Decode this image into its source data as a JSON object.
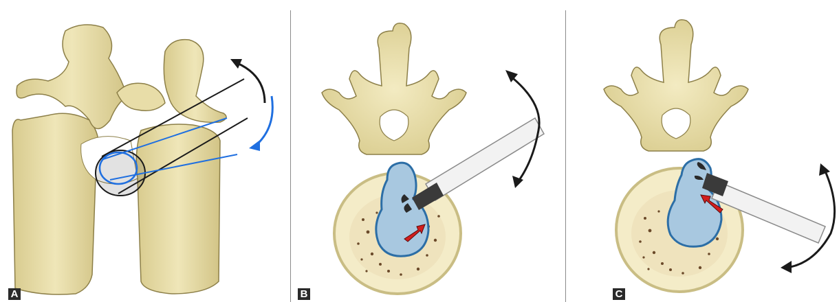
{
  "panels": [
    {
      "label": "A"
    },
    {
      "label": "B"
    },
    {
      "label": "C"
    }
  ],
  "colors": {
    "bone": "#ece3b2",
    "bone_shadow": "#c9bd84",
    "bone_outline": "#8c7f48",
    "disc_nucleus": "#a8c8e0",
    "disc_outline": "#2c6ea6",
    "annulus": "#f4ecc8",
    "endplate_speckle": "#6b4a2a",
    "arrow_red": "#d21e1e",
    "rotation_arrow_black": "#1a1a1a",
    "rotation_arrow_blue": "#1f6fe0",
    "instrument_sheath": "#f2f2f2",
    "instrument_shaft": "#3a3a3a"
  },
  "icons": [
    "rotation-arrow-icon",
    "direction-arrow-icon",
    "endoscope-icon"
  ]
}
